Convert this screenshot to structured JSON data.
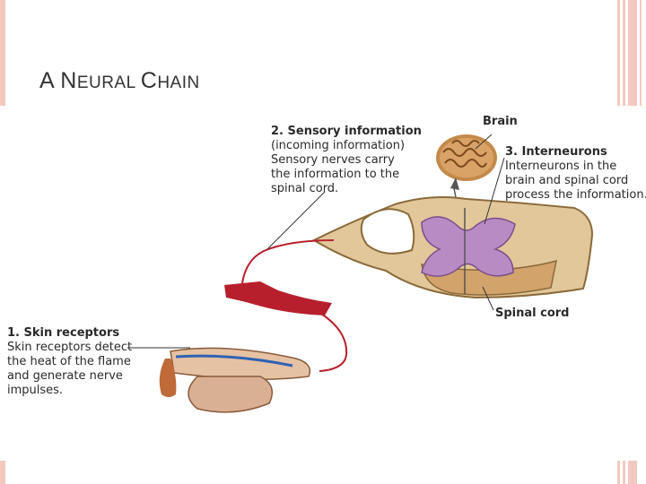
{
  "slide": {
    "title_first_A": "A",
    "title_space": " ",
    "title_N": "N",
    "title_eural": "EURAL",
    "title_C": "C",
    "title_hain": "HAIN"
  },
  "labels": {
    "brain": "Brain",
    "spinal_cord": "Spinal cord",
    "sensory": {
      "heading": "2. Sensory information",
      "lines": [
        "(incoming information)",
        "Sensory nerves carry",
        "the information to the",
        "spinal cord."
      ]
    },
    "interneurons": {
      "heading": "3. Interneurons",
      "lines": [
        "Interneurons in the",
        "brain and spinal cord",
        "process the information."
      ]
    },
    "skin": {
      "heading": "1. Skin receptors",
      "lines": [
        "Skin receptors detect",
        "the heat of the flame",
        "and generate nerve",
        "impulses."
      ]
    }
  },
  "colors": {
    "stripe": "#f3c9bf",
    "nerve_red": "#b81f2c",
    "cord_tan": "#e2c79a",
    "gray_matter": "#b98bc4",
    "brain": "#c48a4a"
  }
}
